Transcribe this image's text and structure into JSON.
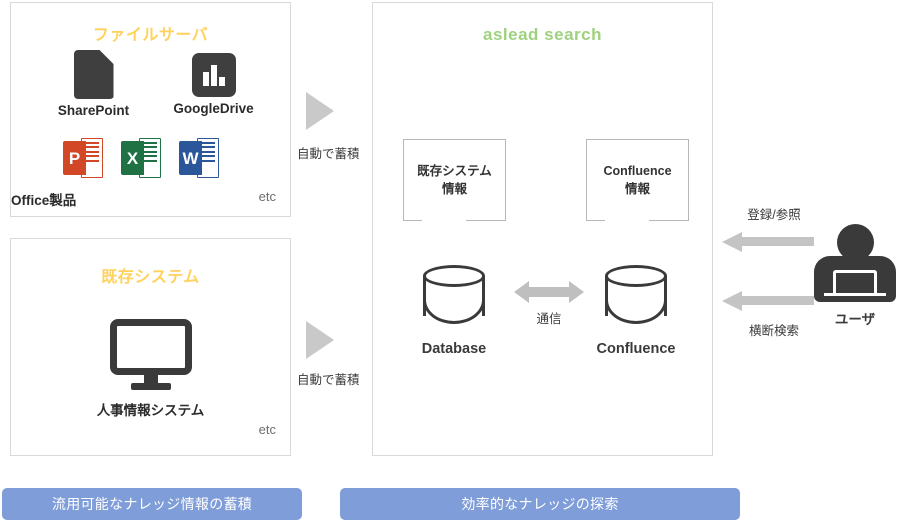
{
  "diagram": {
    "title": "aslead search knowledge flow"
  },
  "panels": {
    "file_server": {
      "title": "ファイルサーバ",
      "etc": "etc",
      "items": [
        {
          "icon": "document-icon",
          "label": "SharePoint"
        },
        {
          "icon": "bar-chart-icon",
          "label": "GoogleDrive"
        }
      ],
      "office": {
        "label": "Office製品",
        "apps": [
          {
            "icon": "powerpoint-icon",
            "letter": "P",
            "color": "#d24726"
          },
          {
            "icon": "excel-icon",
            "letter": "X",
            "color": "#207245"
          },
          {
            "icon": "word-icon",
            "letter": "W",
            "color": "#2b579a"
          }
        ]
      }
    },
    "legacy_system": {
      "title": "既存システム",
      "etc": "etc",
      "item": {
        "icon": "monitor-icon",
        "label": "人事情報システム"
      }
    },
    "aslead": {
      "title": "aslead search",
      "bubbles": [
        {
          "line1": "既存システム",
          "line2": "情報"
        },
        {
          "line1": "Confluence",
          "line2": "情報"
        }
      ],
      "stores": [
        {
          "icon": "database-cylinder-icon",
          "label": "Database"
        },
        {
          "icon": "database-cylinder-icon",
          "label": "Confluence"
        }
      ],
      "link_label": "通信"
    }
  },
  "flows": [
    {
      "label": "自動で蓄積"
    },
    {
      "label": "自動で蓄積"
    }
  ],
  "user": {
    "label": "ユーザ",
    "icon": "user-with-laptop-icon",
    "actions": [
      {
        "label": "登録/参照"
      },
      {
        "label": "横断検索"
      }
    ]
  },
  "banners": [
    {
      "label": "流用可能なナレッジ情報の蓄積"
    },
    {
      "label": "効率的なナレッジの探索"
    }
  ],
  "colors": {
    "panel_title_yellow": "#ffd25e",
    "aslead_green": "#9ed27e",
    "banner_blue": "#7f9dd9",
    "icon_dark": "#3a3a3a",
    "arrow_gray": "#c4c4c4",
    "panel_border": "#d9d9d9"
  }
}
